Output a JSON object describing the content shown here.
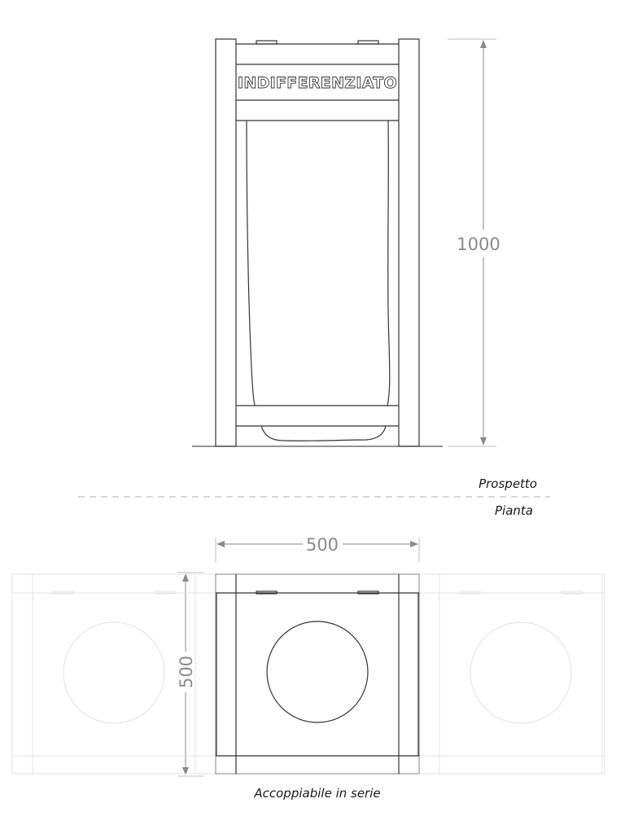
{
  "elevation": {
    "bin_label": "INDIFFERENZIATO",
    "height_dimension": "1000"
  },
  "section_labels": {
    "above": "Prospetto",
    "below": "Pianta"
  },
  "plan": {
    "width_dimension": "500",
    "depth_dimension": "500",
    "caption": "Accoppiabile in serie"
  },
  "colors": {
    "line": "#333333",
    "dimension": "#8a8a8a",
    "ghost": "#dcdcdc",
    "divider": "#b0b0b0"
  }
}
